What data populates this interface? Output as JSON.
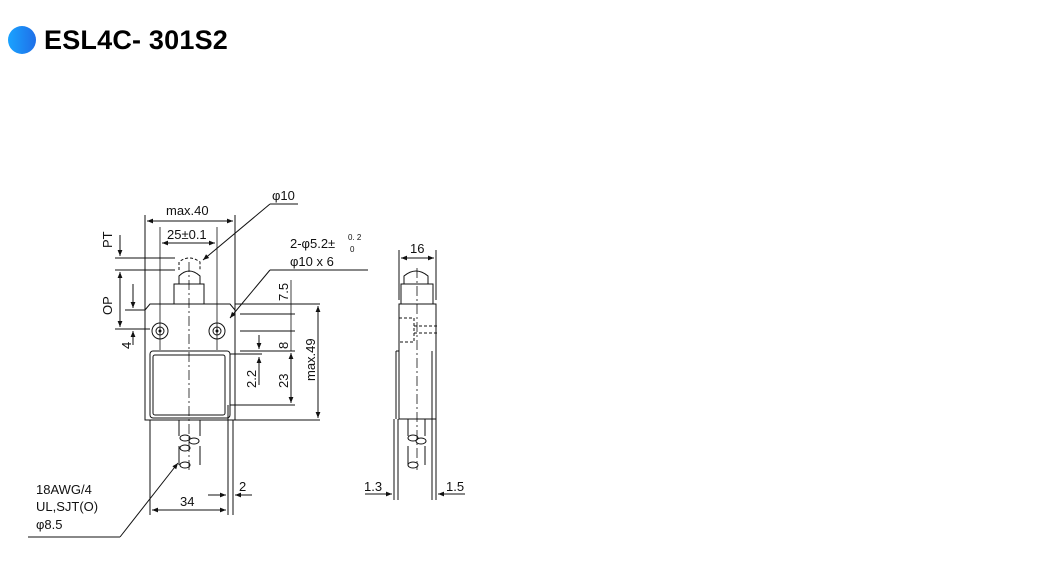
{
  "header": {
    "title": "ESL4C- 301S2",
    "bullet_color": "#1a8cff"
  },
  "drawing": {
    "front_view": {
      "labels": {
        "max_width": "max.40",
        "mount_pitch": "25±0.1",
        "plunger_dia": "φ10",
        "mount_holes": "2-φ5.2±",
        "mount_holes_tol_upper": "0. 2",
        "mount_holes_tol_lower": "0",
        "counterbore": "φ10 x 6",
        "pt": "PT",
        "op": "OP",
        "dim_4": "4",
        "dim_7_5": "7.5",
        "dim_8": "8",
        "dim_2_2": "2.2",
        "dim_23": "23",
        "max_height": "max.49",
        "dim_34": "34",
        "dim_2": "2",
        "cable_line1": "18AWG/4",
        "cable_line2": "UL,SJT(O)",
        "cable_line3": "φ8.5"
      }
    },
    "side_view": {
      "labels": {
        "width": "16",
        "left_offset": "1.3",
        "right_offset": "1.5"
      }
    }
  }
}
